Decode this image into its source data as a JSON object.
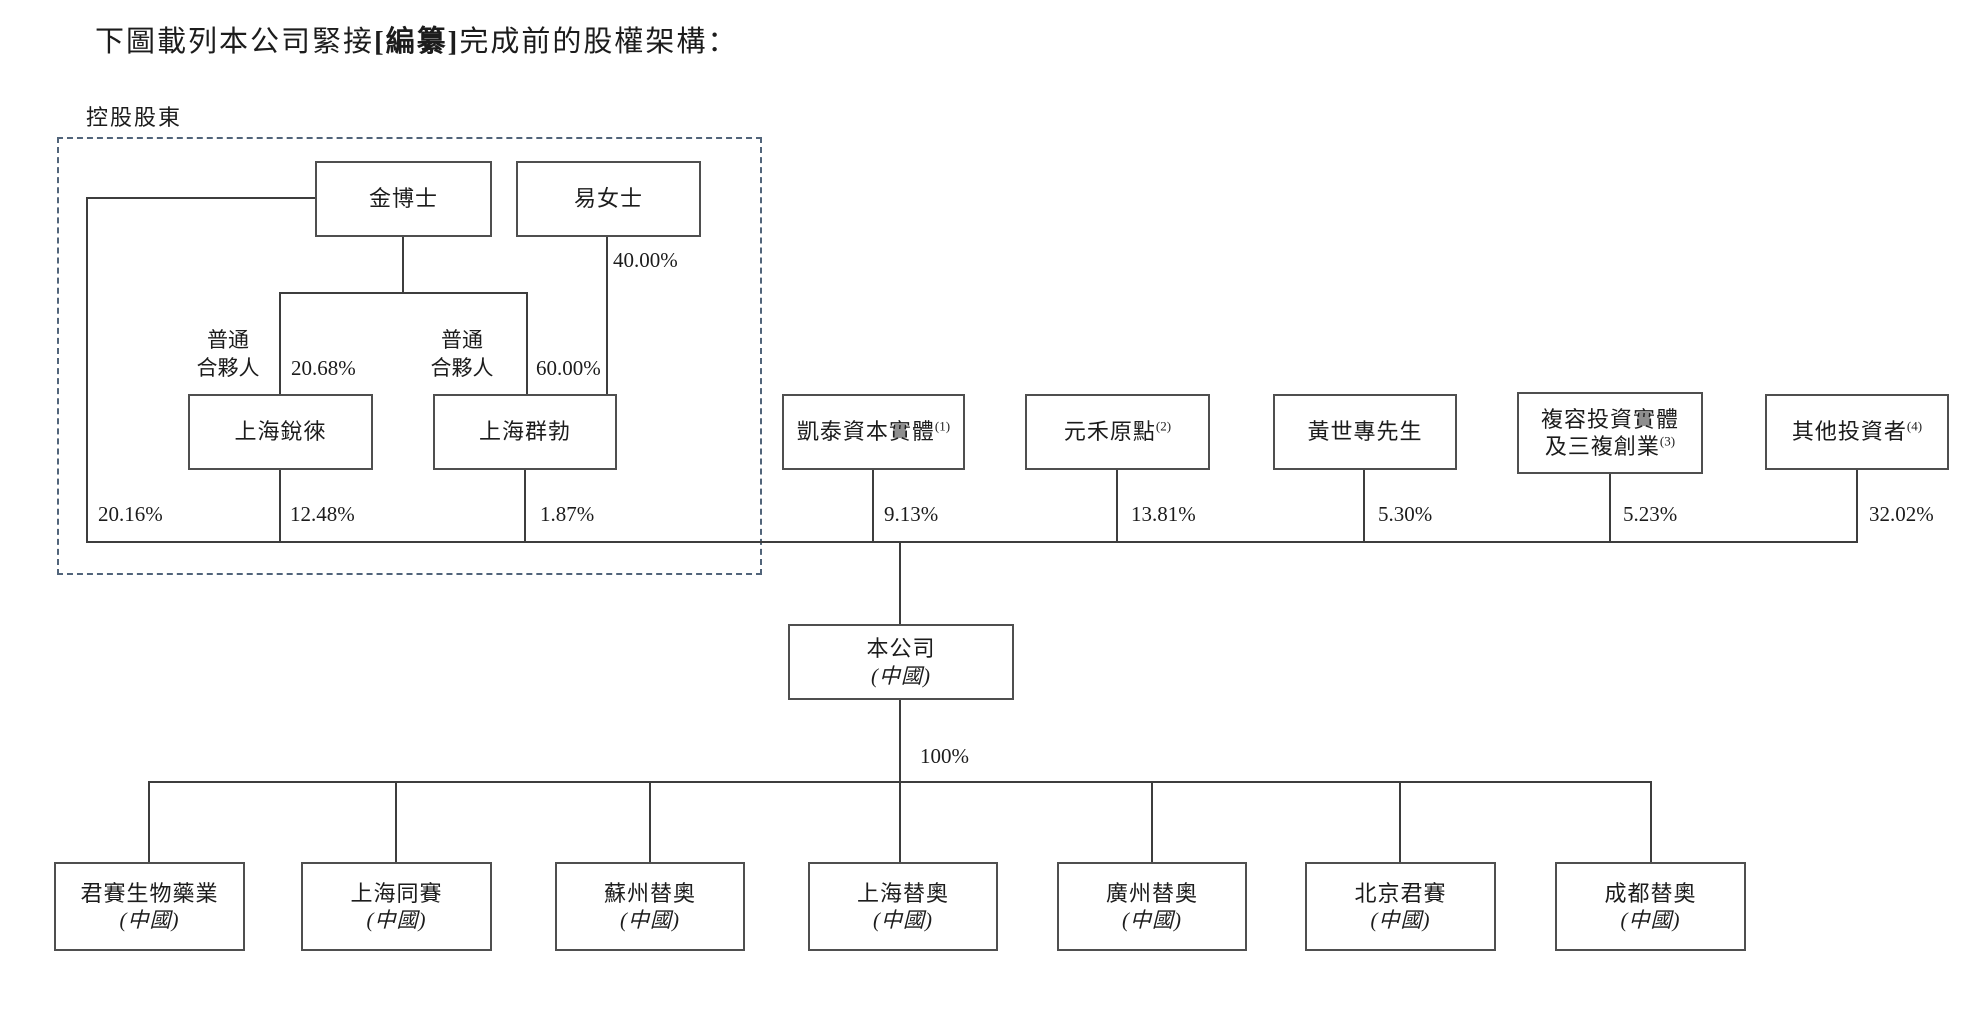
{
  "title": {
    "pre": "下圖載列本公司緊接",
    "redacted": "[編纂]",
    "post": "完成前的股權架構："
  },
  "group": {
    "label": "控股股東"
  },
  "entities": {
    "dr_jin": {
      "name": "金博士"
    },
    "ms_yi": {
      "name": "易女士"
    },
    "ruilai": {
      "name": "上海銳徠"
    },
    "qunbo": {
      "name": "上海群勃"
    },
    "kaitai": {
      "name": "凱泰資本實體",
      "footnote": "(1)"
    },
    "yuanhe": {
      "name": "元禾原點",
      "footnote": "(2)"
    },
    "mr_huang": {
      "name": "黃世專先生"
    },
    "furong": {
      "line1": "複容投資實體",
      "line2": "及三複創業",
      "footnote": "(3)"
    },
    "other": {
      "name": "其他投資者",
      "footnote": "(4)"
    },
    "company": {
      "name": "本公司",
      "subtitle": "(中國)"
    }
  },
  "gp_labels": {
    "gp1": {
      "line1": "普通",
      "line2": "合夥人"
    },
    "gp2": {
      "line1": "普通",
      "line2": "合夥人"
    }
  },
  "percentages": {
    "yi_to_qunbo": "40.00%",
    "jin_to_ruilai_gp": "20.68%",
    "jin_to_qunbo_gp": "60.00%",
    "jin_direct": "20.16%",
    "ruilai_to_company": "12.48%",
    "qunbo_to_company": "1.87%",
    "kaitai_to_company": "9.13%",
    "yuanhe_to_company": "13.81%",
    "huang_to_company": "5.30%",
    "furong_to_company": "5.23%",
    "other_to_company": "32.02%",
    "company_to_subs": "100%"
  },
  "subsidiaries": [
    {
      "name": "君賽生物藥業",
      "subtitle": "(中國)"
    },
    {
      "name": "上海同賽",
      "subtitle": "(中國)"
    },
    {
      "name": "蘇州替奧",
      "subtitle": "(中國)"
    },
    {
      "name": "上海替奧",
      "subtitle": "(中國)"
    },
    {
      "name": "廣州替奧",
      "subtitle": "(中國)"
    },
    {
      "name": "北京君賽",
      "subtitle": "(中國)"
    },
    {
      "name": "成都替奧",
      "subtitle": "(中國)"
    }
  ],
  "colors": {
    "line": "#3d3d3d",
    "box_border": "#4f4f4f",
    "dashed_border": "#51647a",
    "text": "#1c1c1c",
    "background": "#ffffff"
  }
}
